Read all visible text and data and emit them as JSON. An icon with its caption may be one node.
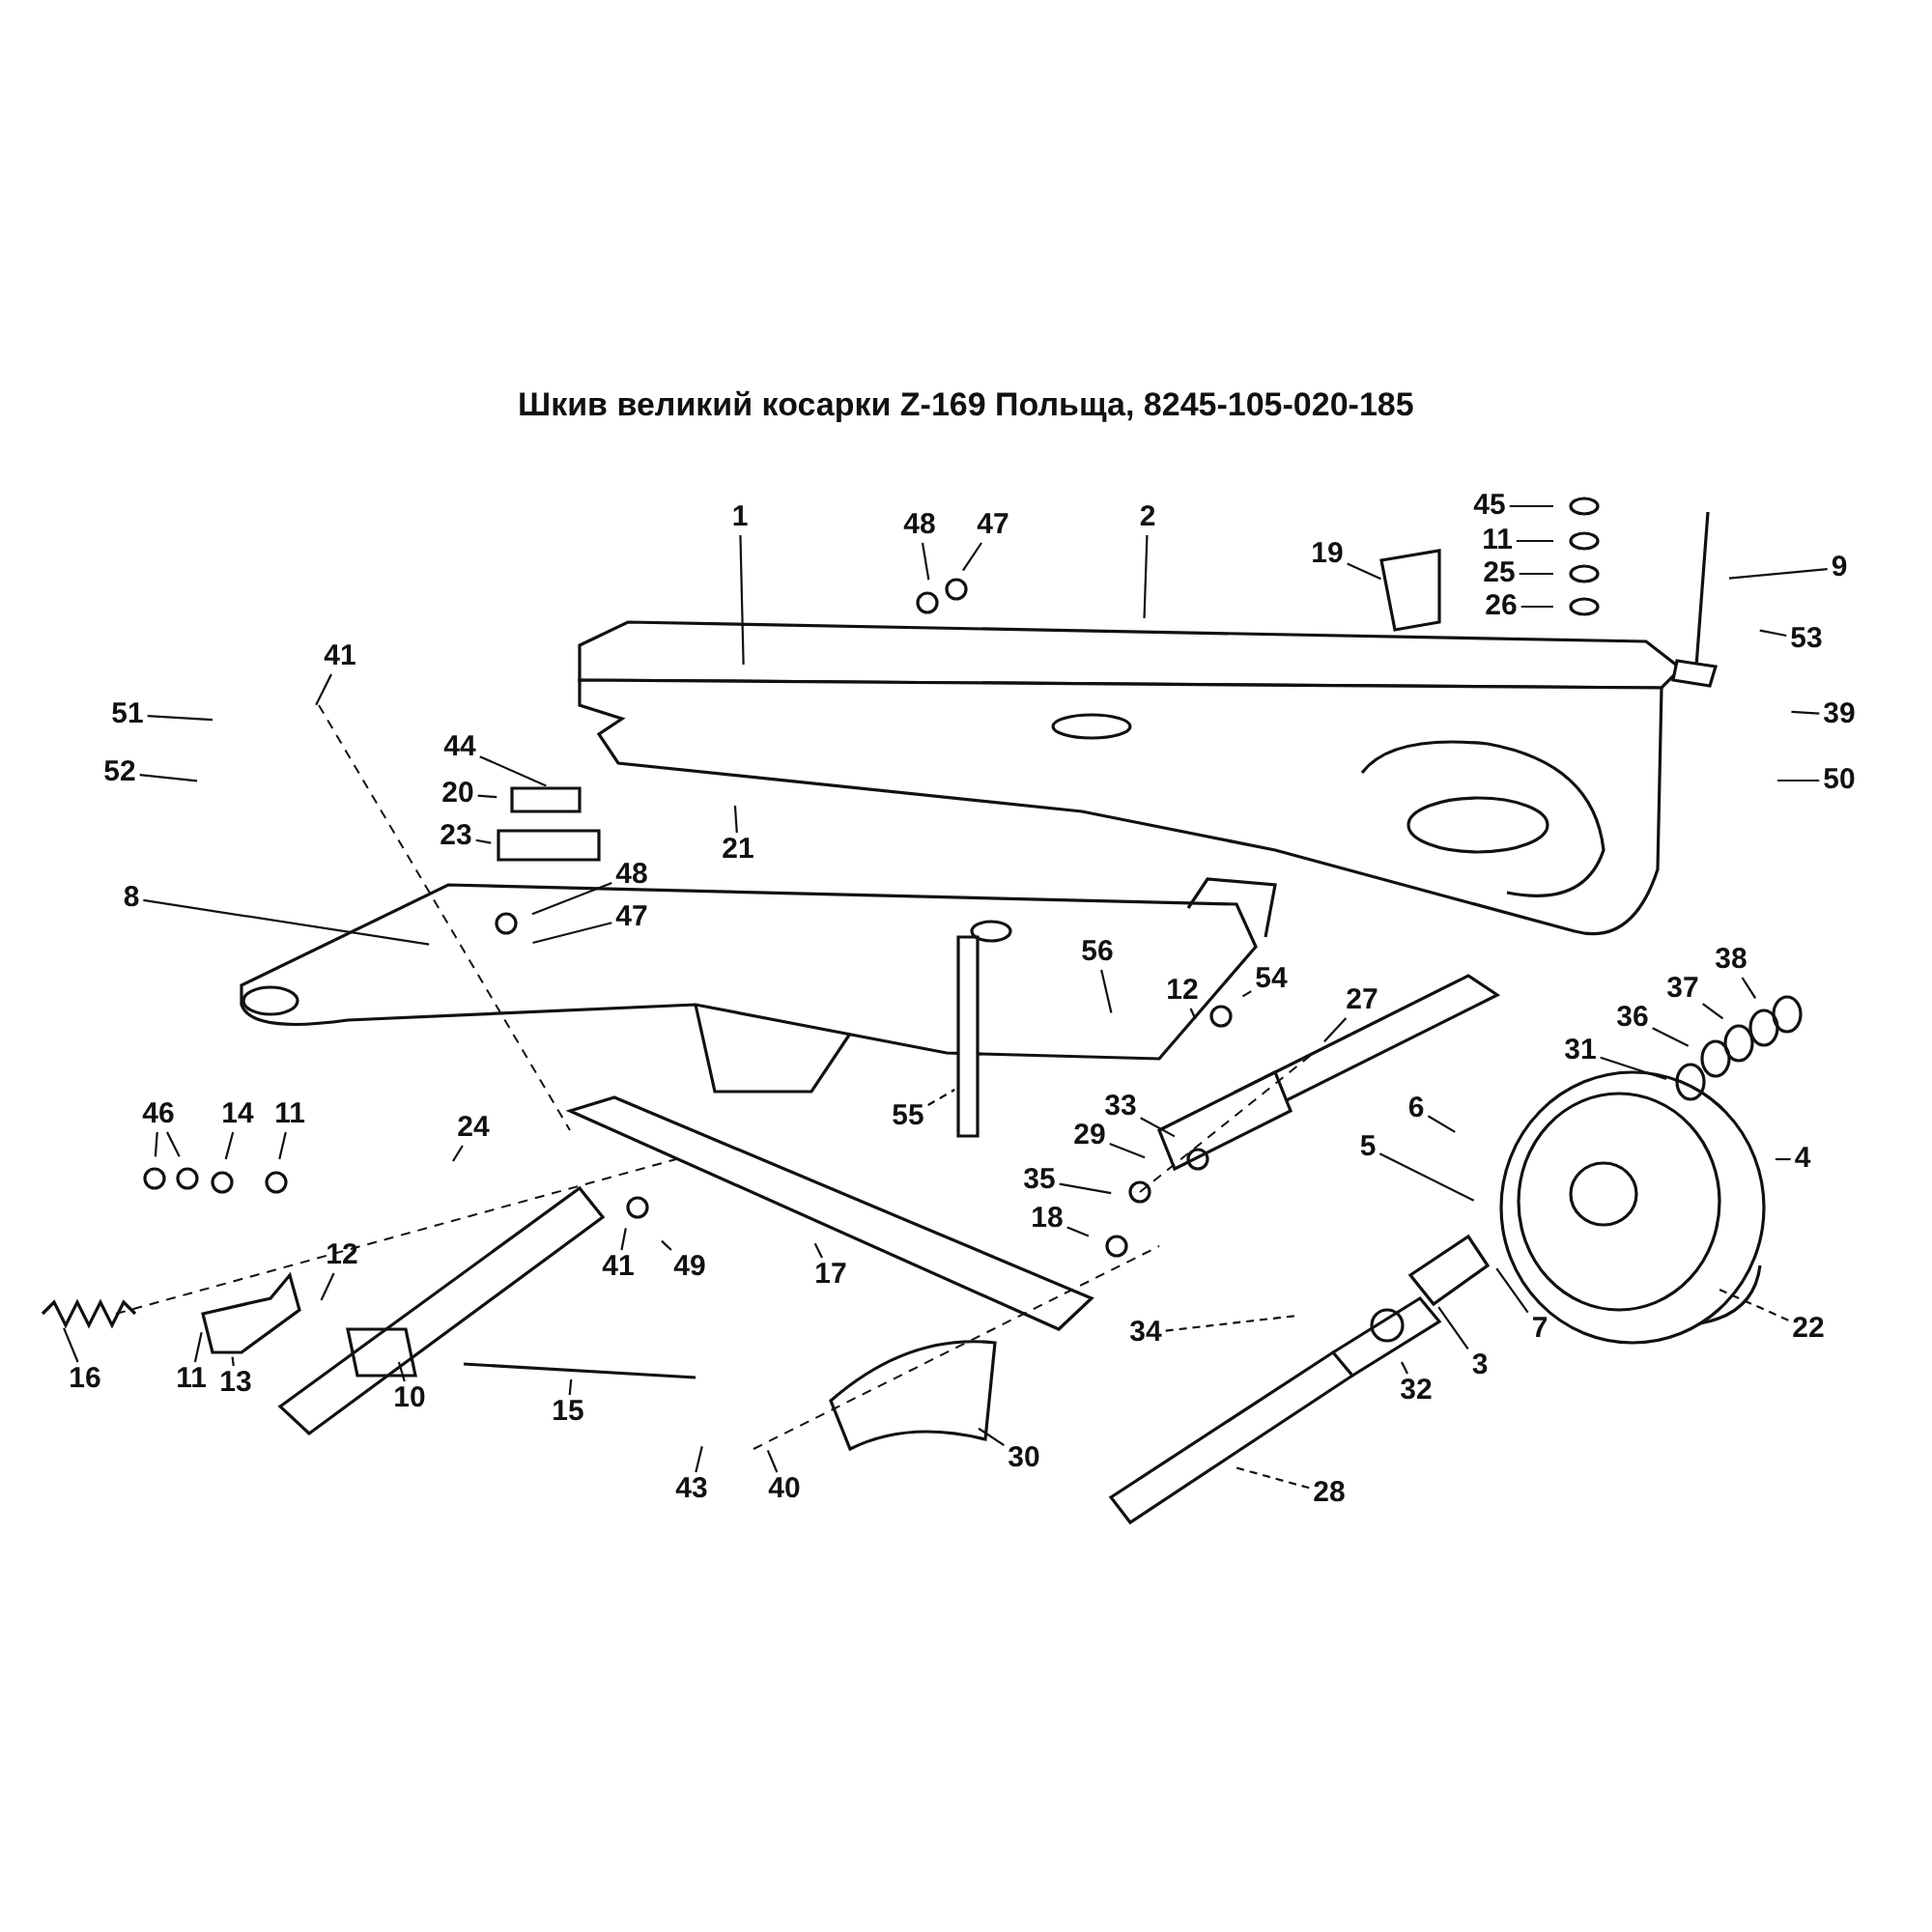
{
  "diagram": {
    "title": "Шкив великий косарки Z-169 Польща, 8245-105-020-185",
    "nodes": [
      {
        "text": [
          "1"
        ]
      },
      {
        "text": [
          "48"
        ]
      },
      {
        "text": [
          "47"
        ]
      },
      {
        "text": [
          "2"
        ]
      },
      {
        "text": [
          "19"
        ]
      },
      {
        "text": [
          "45"
        ]
      },
      {
        "text": [
          "11"
        ]
      },
      {
        "text": [
          "25"
        ]
      },
      {
        "text": [
          "26"
        ]
      },
      {
        "text": [
          "9"
        ]
      },
      {
        "text": [
          "41"
        ]
      },
      {
        "text": [
          "51"
        ]
      },
      {
        "text": [
          "53"
        ]
      },
      {
        "text": [
          "39"
        ]
      },
      {
        "text": [
          "52"
        ]
      },
      {
        "text": [
          "44"
        ]
      },
      {
        "text": [
          "50"
        ]
      },
      {
        "text": [
          "20"
        ]
      },
      {
        "text": [
          "23"
        ]
      },
      {
        "text": [
          "21"
        ]
      },
      {
        "text": [
          "8"
        ]
      },
      {
        "text": [
          "48"
        ]
      },
      {
        "text": [
          "47"
        ]
      },
      {
        "text": [
          "38"
        ]
      },
      {
        "text": [
          "56"
        ]
      },
      {
        "text": [
          "54"
        ]
      },
      {
        "text": [
          "12"
        ]
      },
      {
        "text": [
          "27"
        ]
      },
      {
        "text": [
          "37"
        ]
      },
      {
        "text": [
          "36"
        ]
      },
      {
        "text": [
          "31"
        ]
      },
      {
        "text": [
          "6"
        ]
      },
      {
        "text": [
          "33"
        ]
      },
      {
        "text": [
          "29"
        ]
      },
      {
        "text": [
          "55"
        ]
      },
      {
        "text": [
          "46"
        ]
      },
      {
        "text": [
          "14"
        ]
      },
      {
        "text": [
          "11"
        ]
      },
      {
        "text": [
          "24"
        ]
      },
      {
        "text": [
          "5"
        ]
      },
      {
        "text": [
          "4"
        ]
      },
      {
        "text": [
          "35"
        ]
      },
      {
        "text": [
          "18"
        ]
      },
      {
        "text": [
          "12"
        ]
      },
      {
        "text": [
          "41"
        ]
      },
      {
        "text": [
          "49"
        ]
      },
      {
        "text": [
          "17"
        ]
      },
      {
        "text": [
          "34"
        ]
      },
      {
        "text": [
          "7"
        ]
      },
      {
        "text": [
          "22"
        ]
      },
      {
        "text": [
          "3"
        ]
      },
      {
        "text": [
          "16"
        ]
      },
      {
        "text": [
          "11"
        ]
      },
      {
        "text": [
          "13"
        ]
      },
      {
        "text": [
          "10"
        ]
      },
      {
        "text": [
          "15"
        ]
      },
      {
        "text": [
          "32"
        ]
      },
      {
        "text": [
          "30"
        ]
      },
      {
        "text": [
          "43"
        ]
      },
      {
        "text": [
          "40"
        ]
      },
      {
        "text": [
          "28"
        ]
      }
    ],
    "edges": [
      {
        "from": 0,
        "to": null,
        "arrow": "none"
      },
      {
        "from": 1,
        "to": null,
        "arrow": "none"
      },
      {
        "from": 2,
        "to": null,
        "arrow": "none"
      },
      {
        "from": 3,
        "to": null,
        "arrow": "none"
      },
      {
        "from": 4,
        "to": null,
        "arrow": "none"
      },
      {
        "from": 5,
        "to": null,
        "arrow": "none"
      },
      {
        "from": 6,
        "to": null,
        "arrow": "none"
      },
      {
        "from": 7,
        "to": null,
        "arrow": "none"
      },
      {
        "from": 8,
        "to": null,
        "arrow": "none"
      },
      {
        "from": 9,
        "to": null,
        "arrow": "none"
      },
      {
        "from": 10,
        "to": null,
        "arrow": "none"
      },
      {
        "from": 11,
        "to": null,
        "arrow": "none"
      },
      {
        "from": 12,
        "to": null,
        "arrow": "none"
      },
      {
        "from": 13,
        "to": null,
        "arrow": "none"
      },
      {
        "from": 14,
        "to": null,
        "arrow": "none"
      },
      {
        "from": 15,
        "to": null,
        "arrow": "none"
      },
      {
        "from": 16,
        "to": null,
        "arrow": "none"
      },
      {
        "from": 17,
        "to": null,
        "arrow": "none"
      },
      {
        "from": 18,
        "to": null,
        "arrow": "none"
      },
      {
        "from": 19,
        "to": null,
        "arrow": "none"
      },
      {
        "from": 20,
        "to": null,
        "arrow": "none"
      },
      {
        "from": 21,
        "to": null,
        "arrow": "none"
      },
      {
        "from": 22,
        "to": null,
        "arrow": "none"
      },
      {
        "from": 23,
        "to": null,
        "arrow": "none"
      },
      {
        "from": 24,
        "to": null,
        "arrow": "none"
      },
      {
        "from": 25,
        "to": null,
        "arrow": "none"
      },
      {
        "from": 26,
        "to": null,
        "arrow": "none"
      },
      {
        "from": 27,
        "to": null,
        "arrow": "none"
      },
      {
        "from": 28,
        "to": null,
        "arrow": "none"
      },
      {
        "from": 29,
        "to": null,
        "arrow": "none"
      },
      {
        "from": 30,
        "to": null,
        "arrow": "none"
      },
      {
        "from": 31,
        "to": null,
        "arrow": "none"
      },
      {
        "from": 32,
        "to": null,
        "arrow": "none"
      },
      {
        "from": 33,
        "to": null,
        "arrow": "none"
      },
      {
        "from": 34,
        "to": null,
        "arrow": "none",
        "style": "dashed"
      },
      {
        "from": 35,
        "to": null,
        "arrow": "none"
      },
      {
        "from": 35,
        "to": null,
        "arrow": "none"
      },
      {
        "from": 36,
        "to": null,
        "arrow": "none"
      },
      {
        "from": 37,
        "to": null,
        "arrow": "none"
      },
      {
        "from": 38,
        "to": null,
        "arrow": "none"
      },
      {
        "from": 39,
        "to": null,
        "arrow": "none"
      },
      {
        "from": 40,
        "to": null,
        "arrow": "none"
      },
      {
        "from": 41,
        "to": null,
        "arrow": "none"
      },
      {
        "from": 42,
        "to": null,
        "arrow": "none"
      },
      {
        "from": 43,
        "to": null,
        "arrow": "none"
      },
      {
        "from": 44,
        "to": null,
        "arrow": "none"
      },
      {
        "from": 45,
        "to": null,
        "arrow": "none"
      },
      {
        "from": 46,
        "to": null,
        "arrow": "none"
      },
      {
        "from": 47,
        "to": null,
        "arrow": "none",
        "style": "dashed"
      },
      {
        "from": 48,
        "to": null,
        "arrow": "none"
      },
      {
        "from": 49,
        "to": null,
        "arrow": "none",
        "style": "dashed"
      },
      {
        "from": 50,
        "to": null,
        "arrow": "none"
      },
      {
        "from": 51,
        "to": null,
        "arrow": "none"
      },
      {
        "from": 52,
        "to": null,
        "arrow": "none"
      },
      {
        "from": 53,
        "to": null,
        "arrow": "none"
      },
      {
        "from": 54,
        "to": null,
        "arrow": "none"
      },
      {
        "from": 55,
        "to": null,
        "arrow": "none"
      },
      {
        "from": 56,
        "to": null,
        "arrow": "none"
      },
      {
        "from": 57,
        "to": null,
        "arrow": "none"
      },
      {
        "from": 58,
        "to": null,
        "arrow": "none"
      },
      {
        "from": 59,
        "to": null,
        "arrow": "none"
      },
      {
        "from": 60,
        "to": null,
        "arrow": "none",
        "style": "dashed"
      }
    ]
  }
}
